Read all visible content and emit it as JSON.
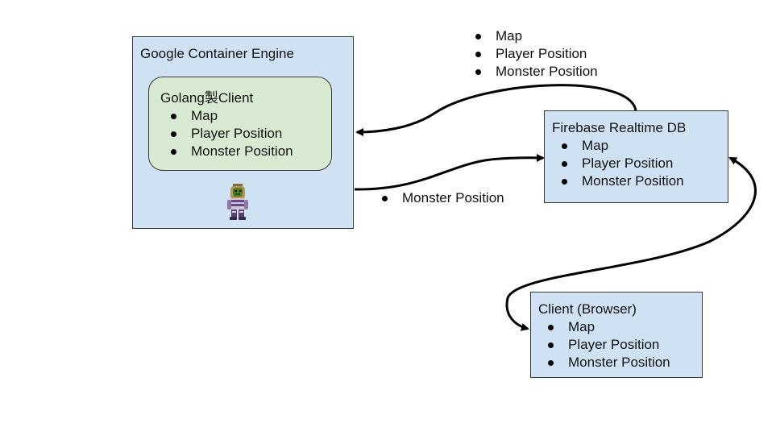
{
  "gce": {
    "title": "Google Container Engine"
  },
  "golang_client": {
    "title": "Golang製Client",
    "items": [
      "Map",
      "Player Position",
      "Monster Position"
    ]
  },
  "firebase": {
    "title": "Firebase Realtime DB",
    "items": [
      "Map",
      "Player Position",
      "Monster Position"
    ]
  },
  "browser_client": {
    "title": "Client (Browser)",
    "items": [
      "Map",
      "Player Position",
      "Monster Position"
    ]
  },
  "edge_firebase_to_golang": {
    "items": [
      "Map",
      "Player Position",
      "Monster Position"
    ]
  },
  "edge_golang_to_firebase": {
    "items": [
      "Monster Position"
    ]
  },
  "colors": {
    "box_blue": "#cfe2f3",
    "box_green": "#d9ead3",
    "border": "#3a3a3a",
    "arrow": "#000000"
  },
  "icons": [
    "monster-sprite-icon"
  ]
}
